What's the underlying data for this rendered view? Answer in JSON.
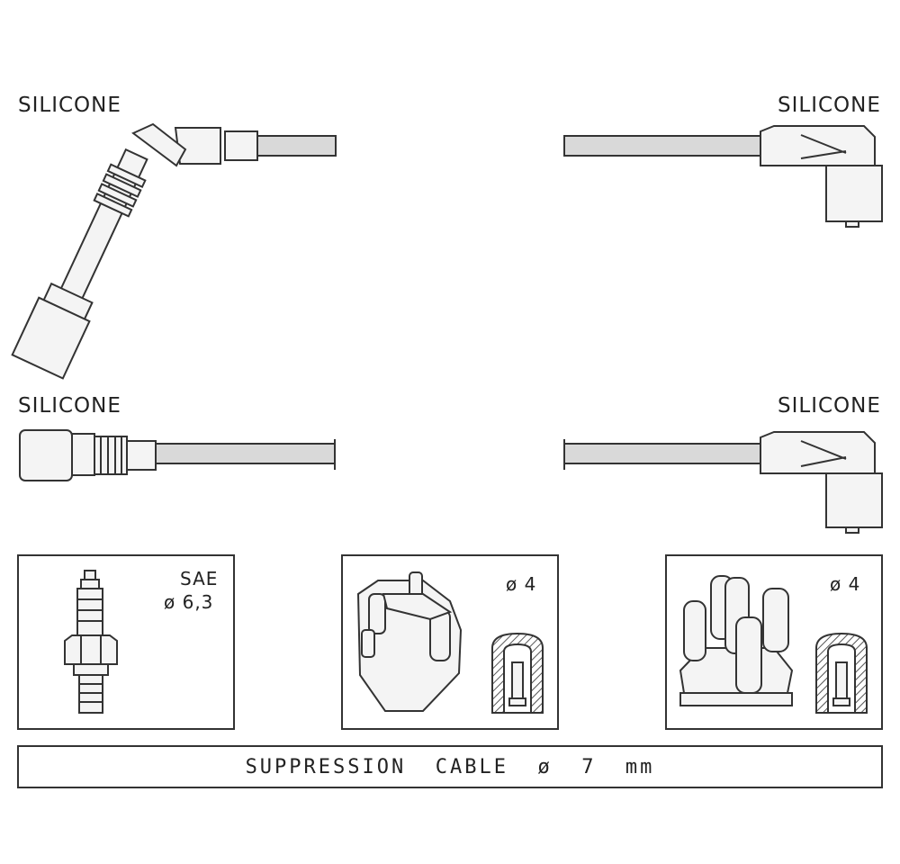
{
  "labels": {
    "top_left": "SILICONE",
    "top_right": "SILICONE",
    "mid_left": "SILICONE",
    "mid_right": "SILICONE"
  },
  "panels": {
    "spark_plug": {
      "line1": "SAE",
      "line2": "ø 6,3"
    },
    "distributor_1": {
      "diameter": "ø 4"
    },
    "distributor_2": {
      "diameter": "ø 4"
    }
  },
  "footer": {
    "text": "SUPPRESSION  CABLE  ø  7  mm"
  },
  "colors": {
    "line": "#333333",
    "fill": "#f2f2f2",
    "cable": "#d9d9d9",
    "hatch": "#555555"
  }
}
